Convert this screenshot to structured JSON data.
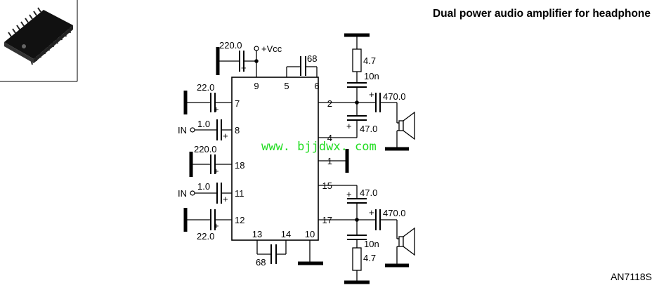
{
  "title": "Dual power audio amplifier for headphone",
  "part_number": "AN7118S",
  "watermark": "www. bjjdwx. com",
  "supply_label": "+Vcc",
  "input_label": "IN",
  "pins": {
    "p9": "9",
    "p5": "5",
    "p6": "6",
    "p7": "7",
    "p8": "8",
    "p18": "18",
    "p11": "11",
    "p12": "12",
    "p13": "13",
    "p14": "14",
    "p10": "10",
    "p2": "2",
    "p4": "4",
    "p1": "1",
    "p15": "15",
    "p17": "17"
  },
  "components": {
    "c_vcc": "220.0",
    "c_56": "68",
    "c_1314": "68",
    "c_pin7": "22.0",
    "c_pin8": "1.0",
    "c_pin18": "220.0",
    "c_pin11": "1.0",
    "c_pin12": "22.0",
    "r_top": "4.7",
    "c10n_top": "10n",
    "c_out_top": "470.0",
    "c_boot_top": "47.0",
    "c_boot_bot": "47.0",
    "c_out_bot": "470.0",
    "c10n_bot": "10n",
    "r_bot": "4.7",
    "plus": "+"
  }
}
